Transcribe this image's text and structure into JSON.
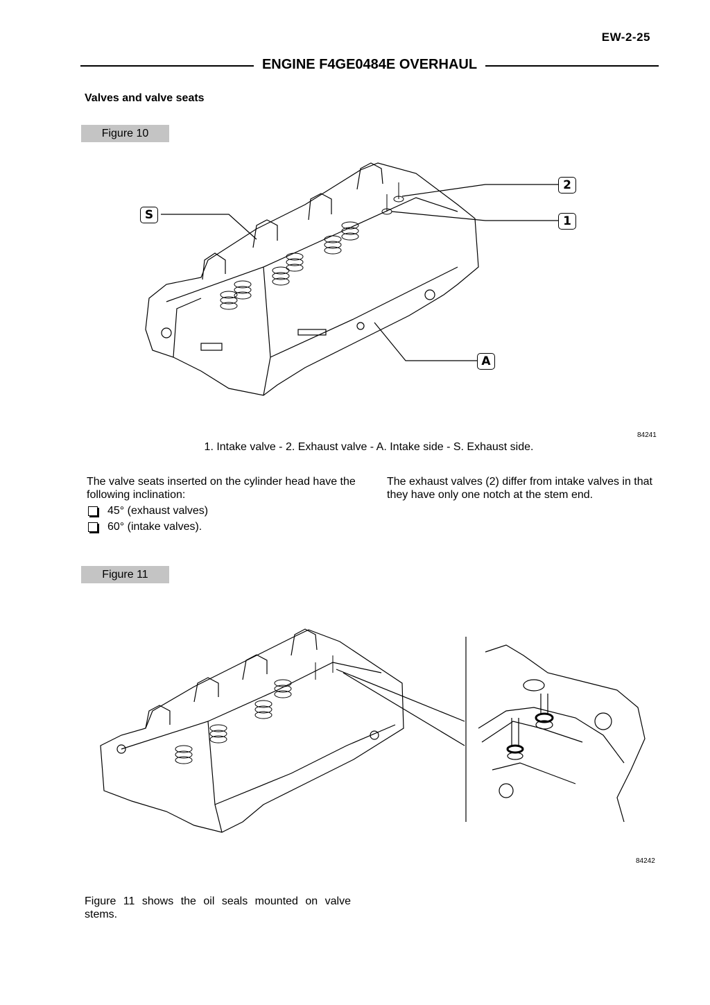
{
  "page_number": "EW-2-25",
  "header": {
    "title": "ENGINE F4GE0484E OVERHAUL"
  },
  "section": {
    "heading": "Valves and valve seats"
  },
  "figure10": {
    "label": "Figure 10",
    "callouts": {
      "two": "2",
      "s": "S",
      "one": "1",
      "a": "A"
    },
    "id": "84241",
    "caption": "1. Intake valve - 2. Exhaust valve - A. Intake side - S. Exhaust side."
  },
  "text": {
    "col1_intro": "The valve seats inserted on the cylinder head have the following inclination:",
    "bullets": [
      "45° (exhaust valves)",
      "60° (intake valves)."
    ],
    "col2": "The exhaust valves (2) differ from intake valves in that they have only one notch at the stem end."
  },
  "figure11": {
    "label": "Figure 11",
    "id": "84242",
    "note": "Figure 11 shows the oil seals mounted on valve stems."
  }
}
